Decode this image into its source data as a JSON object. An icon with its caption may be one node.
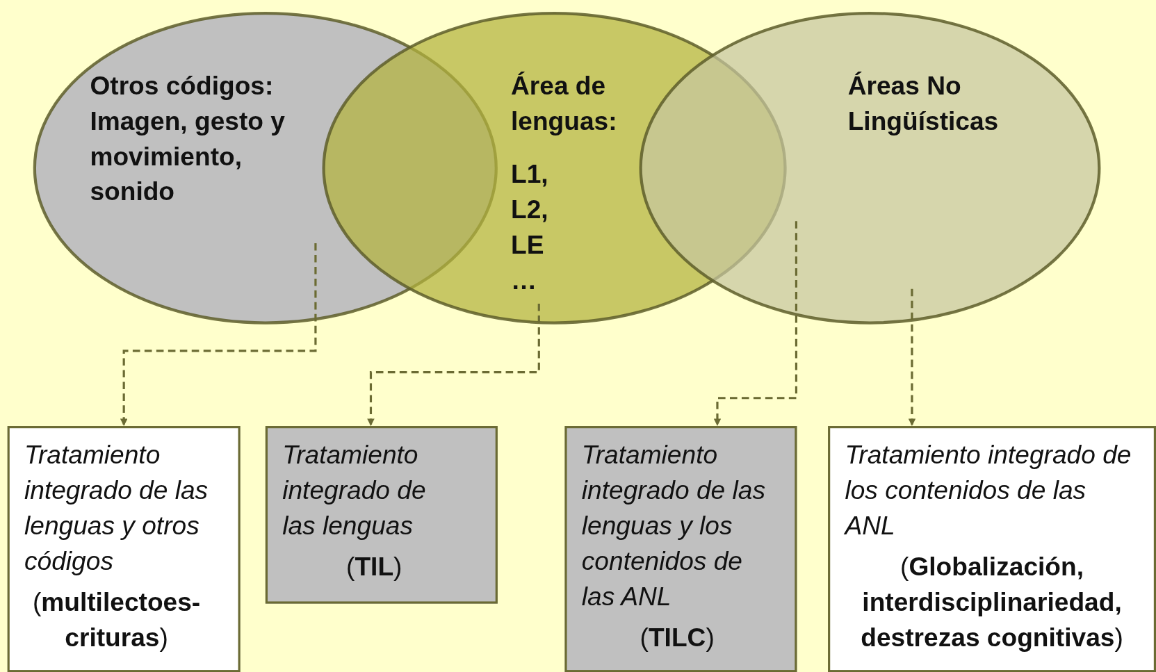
{
  "diagram": {
    "nodes": [
      {
        "text": [
          "Otros códigos: Imagen, gesto y movimiento, sonido"
        ]
      },
      {
        "text": [
          "Área de lenguas:",
          "L1, L2, LE …"
        ]
      },
      {
        "text": [
          "Áreas No Lingüísticas"
        ]
      },
      {
        "text": [
          "Tratamiento integrado de las lenguas y otros códigos",
          "(**multilectoes-crituras**)"
        ]
      },
      {
        "text": [
          "Tratamiento integrado de las lenguas",
          "(**TIL**)"
        ]
      },
      {
        "text": [
          "Tratamiento integrado de las lenguas y los contenidos de las ANL",
          "(**TILC**)"
        ]
      },
      {
        "text": [
          "Tratamiento integrado de los contenidos de las ANL",
          "(**Globalización, interdisciplinariedad, destrezas cognitivas**)"
        ]
      }
    ],
    "edges": [
      {
        "from": 0,
        "to": 3,
        "arrow": "to",
        "style": "dashed"
      },
      {
        "from": 1,
        "to": 4,
        "arrow": "to",
        "style": "dashed"
      },
      {
        "from": 2,
        "to": 5,
        "arrow": "to",
        "style": "dashed"
      },
      {
        "from": 2,
        "to": 6,
        "arrow": "to",
        "style": "dashed"
      }
    ]
  }
}
